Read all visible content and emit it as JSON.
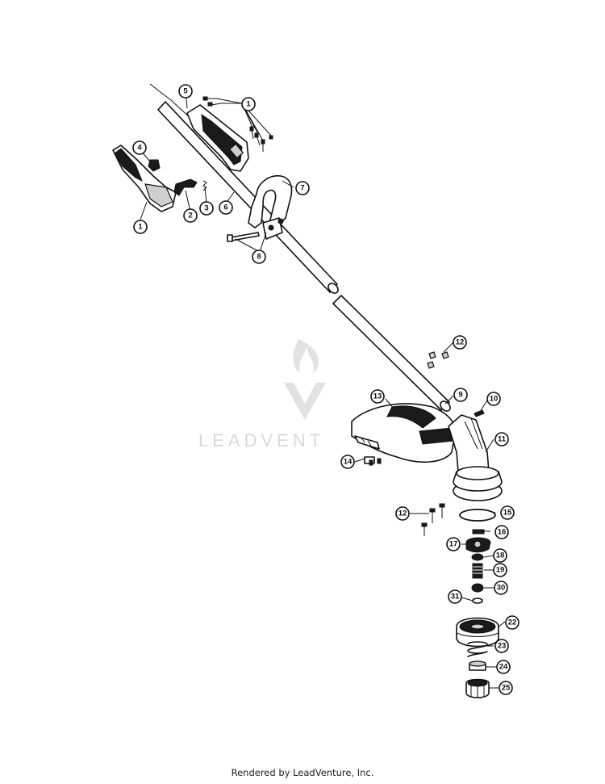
{
  "diagram": {
    "callouts": [
      {
        "id": "c1a",
        "label": "1"
      },
      {
        "id": "c1b",
        "label": "1"
      },
      {
        "id": "c2",
        "label": "2"
      },
      {
        "id": "c3",
        "label": "3"
      },
      {
        "id": "c4",
        "label": "4"
      },
      {
        "id": "c5",
        "label": "5"
      },
      {
        "id": "c6",
        "label": "6"
      },
      {
        "id": "c7",
        "label": "7"
      },
      {
        "id": "c8",
        "label": "8"
      },
      {
        "id": "c9",
        "label": "9"
      },
      {
        "id": "c10",
        "label": "10"
      },
      {
        "id": "c11",
        "label": "11"
      },
      {
        "id": "c12a",
        "label": "12"
      },
      {
        "id": "c12b",
        "label": "12"
      },
      {
        "id": "c13",
        "label": "13"
      },
      {
        "id": "c14",
        "label": "14"
      },
      {
        "id": "c15",
        "label": "15"
      },
      {
        "id": "c16",
        "label": "16"
      },
      {
        "id": "c17",
        "label": "17"
      },
      {
        "id": "c18",
        "label": "18"
      },
      {
        "id": "c19",
        "label": "19"
      },
      {
        "id": "c30",
        "label": "30"
      },
      {
        "id": "c31",
        "label": "31"
      },
      {
        "id": "c22",
        "label": "22"
      },
      {
        "id": "c23",
        "label": "23"
      },
      {
        "id": "c24",
        "label": "24"
      },
      {
        "id": "c25",
        "label": "25"
      }
    ]
  },
  "watermark": {
    "text": "LEADVENT"
  },
  "footer": {
    "text": "Rendered by LeadVenture, Inc."
  }
}
